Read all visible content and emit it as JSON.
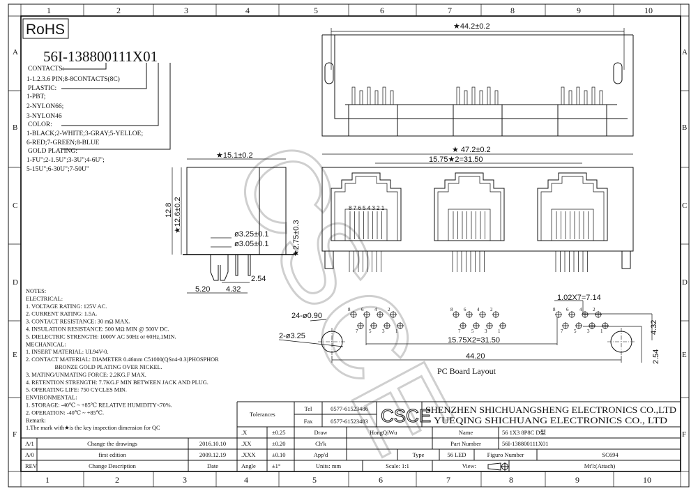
{
  "frame": {
    "columns": [
      "1",
      "2",
      "3",
      "4",
      "5",
      "6",
      "7",
      "8",
      "9",
      "10"
    ],
    "rows": [
      "A",
      "B",
      "C",
      "D",
      "E",
      "F"
    ]
  },
  "rohs": "RoHS",
  "watermark": "CSCE",
  "part_code": {
    "number": "56I-138800111X01",
    "lines": [
      "CONTACTS:",
      "1-1.2.3.6 PIN;8-8CONTACTS(8C)",
      "PLASTIC:",
      "1-PBT;",
      "2-NYLON66;",
      "3-NYLON46",
      "COLOR:",
      "1-BLACK;2-WHITE;3-GRAY;5-YELLOE;",
      "6-RED;7-GREEN;8-BLUE",
      "GOLD PLATING:",
      "1-FU\";2-1.5U\";3-3U\";4-6U\";",
      "5-15U\";6-30U\";7-50U\""
    ]
  },
  "notes": [
    "NOTES:",
    "ELECTRICAL:",
    "1. VOLTAGE RATING: 125V AC.",
    "2. CURRENT RATING: 1.5A.",
    "3. CONTACT RESISTANCE: 30 mΩ MAX.",
    "4. INSULATION RESISTANCE: 500 MΩ MIN @ 500V DC.",
    "5. DIELECTRIC STRENGTH: 1000V AC 50Hz or 60Hz,1MIN.",
    "MECHANICAL:",
    "1. INSERT MATERIAL: UL94V-0.",
    "2. CONTACT MATERIAL: DIAMETER 0.46mm C51000(QSn4-0.3)PHOSPHOR",
    "                    BRONZE GOLD PLATING OVER NICKEL.",
    "3. MATING/UNMATING FORCE: 2.2KG.F MAX.",
    "4. RETENTION STRENGTH: 7.7KG.F MIN BETWEEN JACK AND PLUG.",
    "5. OPERATING LIFE: 750 CYCLES MIN.",
    "ENVIRONMENTAL:",
    "1. STORAGE: -40℃ ~ +85℃ RELATIVE HUMIDITY<70%.",
    "2. OPERATION: -40℃ ~ +85℃.",
    "Remark:",
    "1.The mark with★is the key inspection dimension for QC"
  ],
  "dimensions": {
    "top_width": "★44.2±0.2",
    "front_width": "★ 47.2±0.2",
    "front_pitch": "15.75★2=31.50",
    "side_width": "★15.1±0.2",
    "side_height": "12.8",
    "side_height_tol": "★12.6±0.2",
    "post_dia1": "ø3.25±0.1",
    "post_dia2": "ø3.05±0.1",
    "pin_length": "★2.75±0.3",
    "pin_pitch": "2.54",
    "post_offset": "5.20",
    "row_offset": "4.32",
    "pcb_holes": "24-ø0.90",
    "pcb_posts": "2-ø3.25",
    "pcb_pin_pitch": "1.02X7=7.14",
    "pcb_jack_pitch": "15.75X2=31.50",
    "pcb_post_span": "44.20",
    "pcb_row_gap": "4.32",
    "pcb_post_row": "2.54"
  },
  "contact_numbers": "8 7 6 5 4 3 2 1",
  "pcb_top_labels": [
    "8",
    "6",
    "4",
    "2"
  ],
  "pcb_bottom_labels": [
    "7",
    "5",
    "3",
    "1"
  ],
  "pcb_title": "PC Board Layout",
  "title_block": {
    "tolerances": "Tolerances",
    "tel_label": "Tel",
    "tel": "0577-61523486",
    "fax_label": "Fax",
    "fax": "0577-61523483",
    "logo": "CSCE",
    "company1": "SHENZHEN SHICHUANGSHENG ELECTRONICS CO.,LTD",
    "company2": "YUEQING SHICHUANG ELECTRONICS CO., LTD",
    "tol_rows": [
      {
        "k": ".X",
        "v": "±0.25"
      },
      {
        "k": ".XX",
        "v": "±0.20"
      },
      {
        "k": ".XXX",
        "v": "±0.10"
      },
      {
        "k": "Angle",
        "v": "±1°"
      }
    ],
    "draw_label": "Draw",
    "draw_value": "HongQiWu",
    "name_label": "Name",
    "name_value": "56 1X3 8P8C D型",
    "chk_label": "Ch'k",
    "part_label": "Part Number",
    "part_value": "56I-138800111X01",
    "appd_label": "App'd",
    "type_label": "Type",
    "type_value": "56 LED",
    "figure_label": "Figuro Number",
    "figure_value": "SC694",
    "units": "Units: mm",
    "scale": "Scale: 1:1",
    "view": "View:",
    "material": "Mt'l:(Attach)"
  },
  "revisions": [
    {
      "rev": "A/1",
      "desc": "Change the drawings",
      "date": "2016.10.10"
    },
    {
      "rev": "A/0",
      "desc": "first edition",
      "date": "2009.12.19"
    },
    {
      "rev": "REV",
      "desc": "Change Description",
      "date": "Date"
    }
  ]
}
